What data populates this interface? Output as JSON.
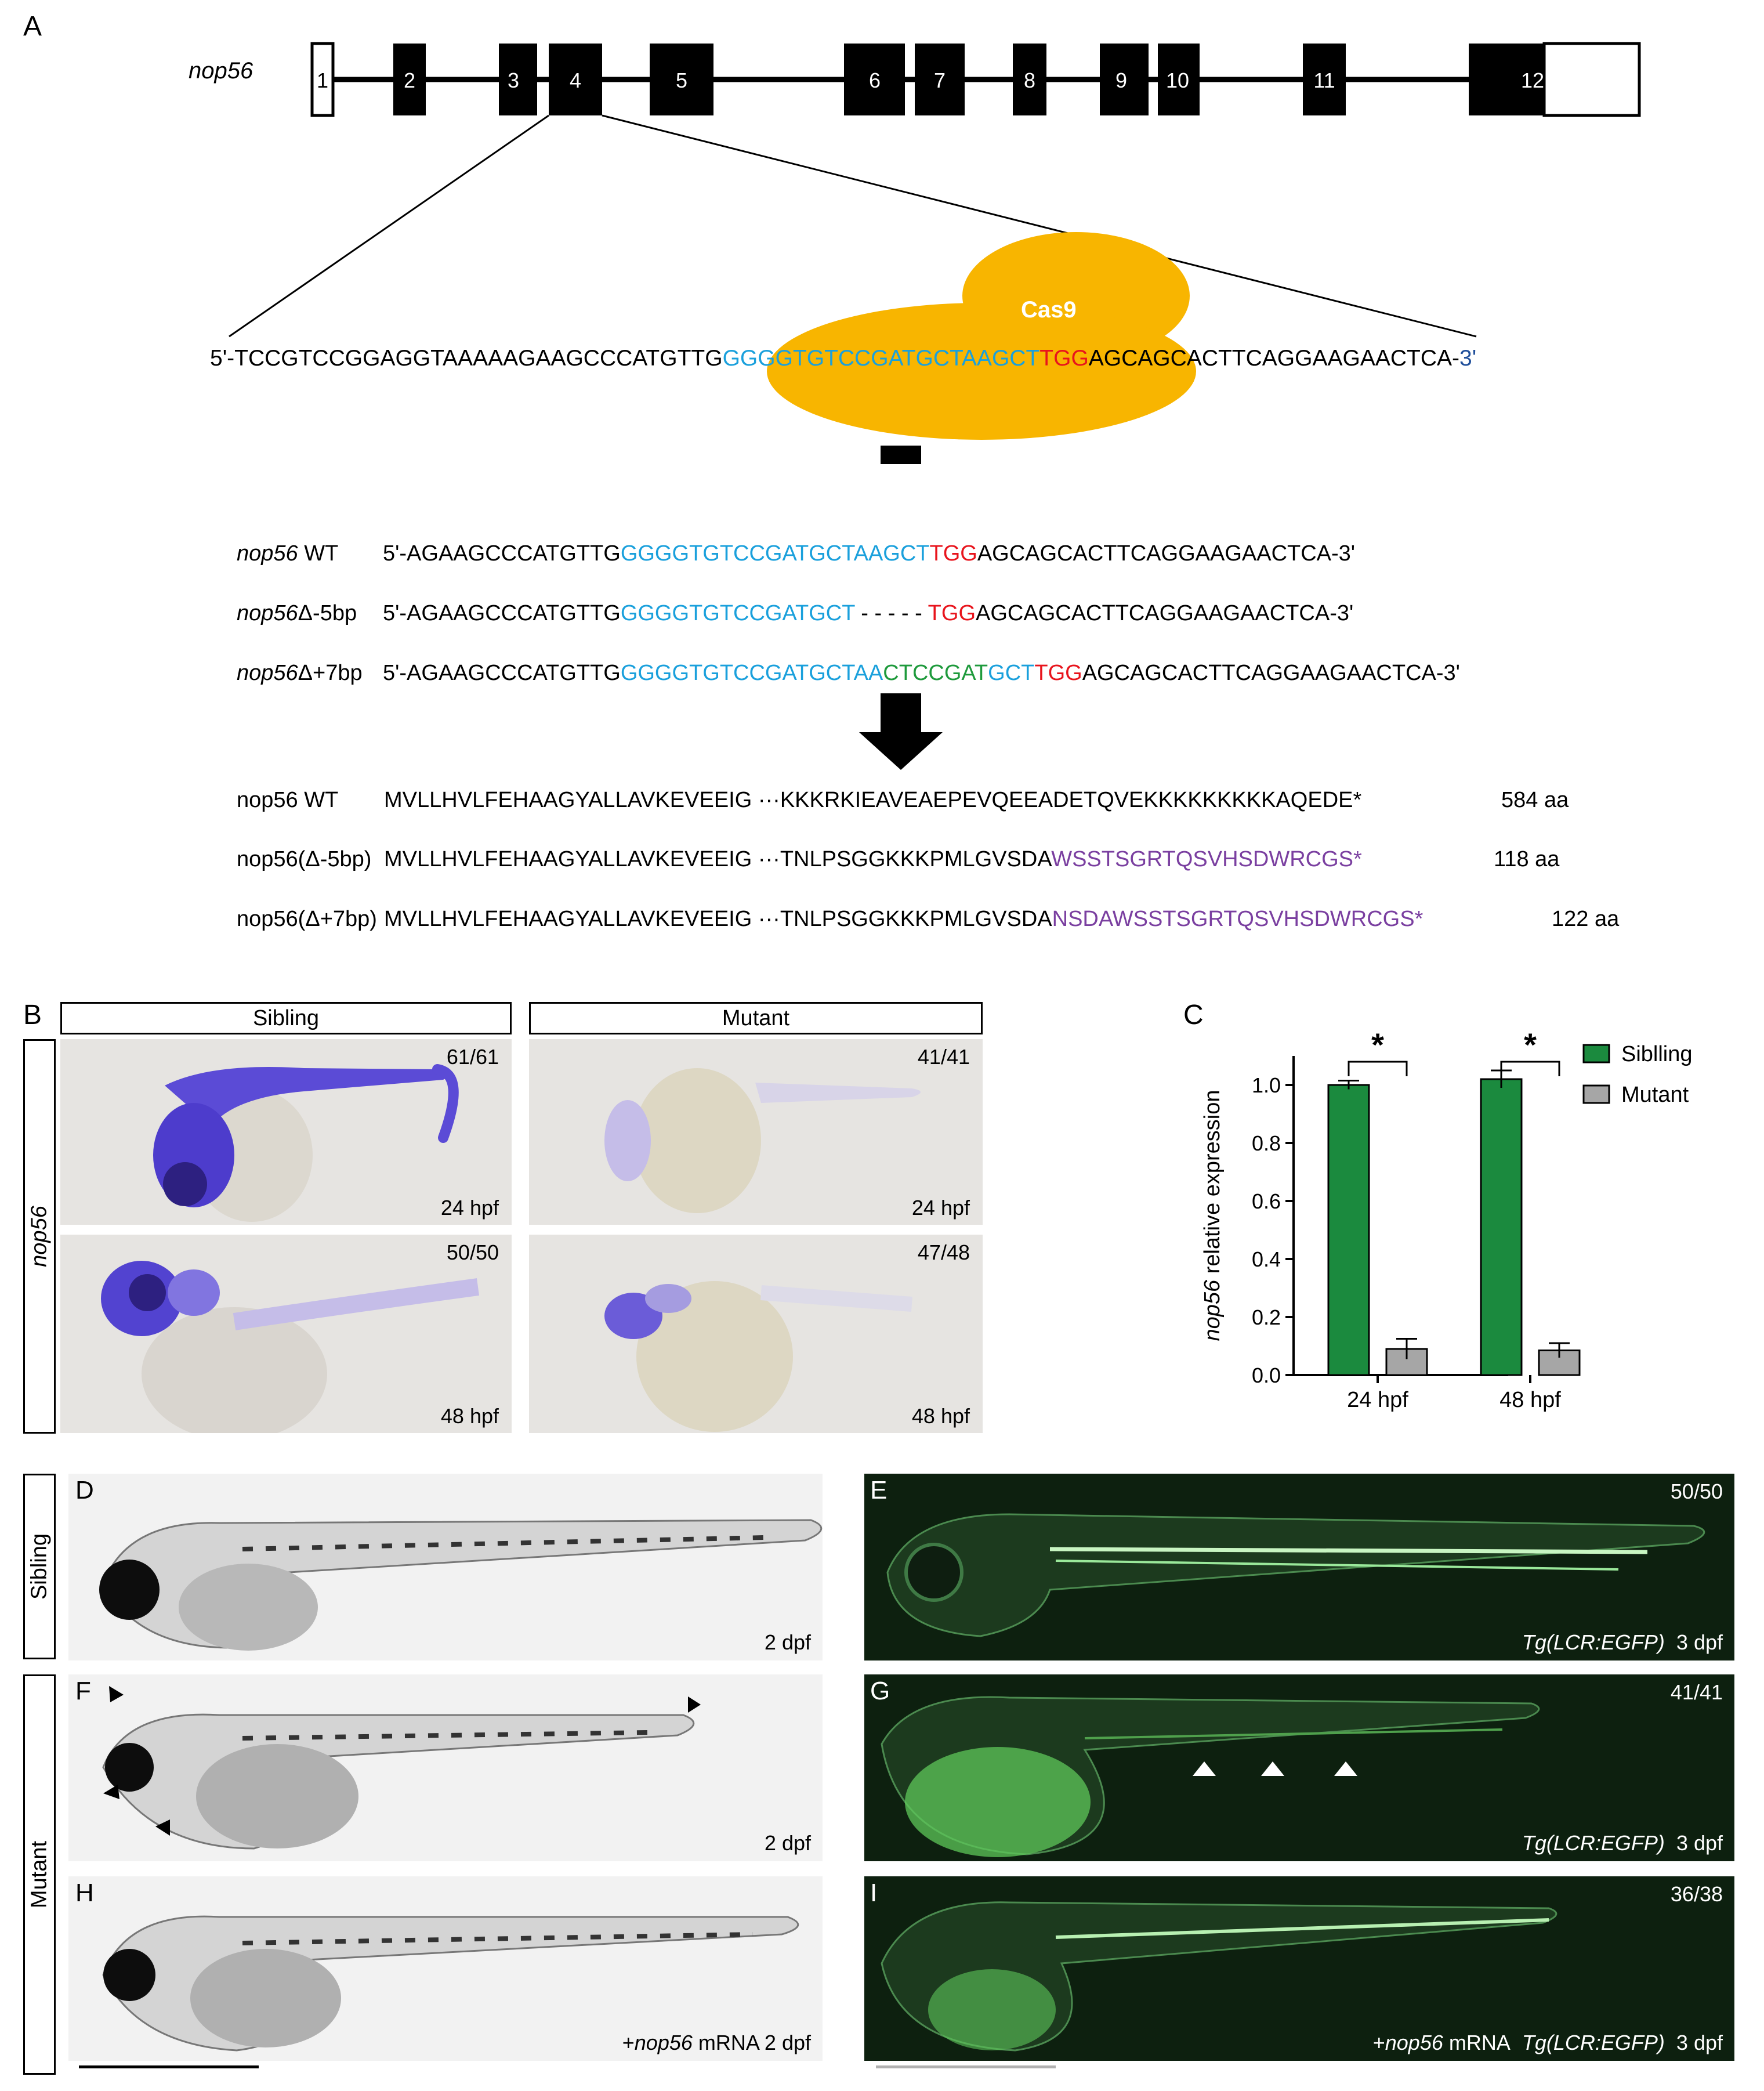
{
  "panelA": {
    "label": "A",
    "gene_name": "nop56",
    "exons": [
      "1",
      "2",
      "3",
      "4",
      "5",
      "6",
      "7",
      "8",
      "9",
      "10",
      "11",
      "12"
    ],
    "cas9_label": "Cas9",
    "target_seq": {
      "prefix": "5'-TCCGTCCGGAGGTAAAAAGAAGCCCATGTTG",
      "guide": "GGGGTGTCCGATGCTAAGCT",
      "pam": "TGG",
      "suffix": "AGCAGCACTTCAGGAAGAACTCA-",
      "end": "3'"
    },
    "alleles": [
      {
        "gene": "nop56",
        "tag": " WT",
        "p1": "5'-AGAAGCCCATGTTG",
        "p2": "GGGGTGTCCGATGCTAAGCT",
        "p3": "",
        "p4": "",
        "pam": "TGG",
        "p5": "AGCAGCACTTCAGGAAGAACTCA-3'"
      },
      {
        "gene": "nop56",
        "tag": "Δ-5bp",
        "p1": "5'-AGAAGCCCATGTTG",
        "p2": "GGGGTGTCCGATGCT",
        "p3": " - - - - - ",
        "p4": "",
        "pam": "TGG",
        "p5": "AGCAGCACTTCAGGAAGAACTCA-3'"
      },
      {
        "gene": "nop56",
        "tag": "Δ+7bp",
        "p1": "5'-AGAAGCCCATGTTG",
        "p2": "GGGGTGTCCGATGCTAA",
        "p3": "CTCCGAT",
        "p4": "GCT",
        "pam": "TGG",
        "p5": "AGCAGCACTTCAGGAAGAACTCA-3'"
      }
    ],
    "proteins": [
      {
        "name": "nop56 WT",
        "seq": "MVLLHVLFEHAAGYALLAVKEVEEIG ···KKKRKIEAVEAEPEVQEEADETQVEKKKKKKKKKAQEDE*",
        "tail": "",
        "len": "584 aa"
      },
      {
        "name": "nop56(Δ-5bp)",
        "seq": "MVLLHVLFEHAAGYALLAVKEVEEIG ···TNLPSGGKKKPMLGVSDA",
        "tail": "WSSTSGRTQSVHSDWRCGS*",
        "len": "118 aa"
      },
      {
        "name": "nop56(Δ+7bp)",
        "seq": "MVLLHVLFEHAAGYALLAVKEVEEIG ···TNLPSGGKKKPMLGVSDA",
        "tail": "NSDAWSSTSGRTQSVHSDWRCGS*",
        "len": "122 aa"
      }
    ]
  },
  "panelB": {
    "label": "B",
    "col_headers": [
      "Sibling",
      "Mutant"
    ],
    "row_label": "nop56",
    "images": [
      {
        "count": "61/61",
        "stage": "24 hpf"
      },
      {
        "count": "41/41",
        "stage": "24 hpf"
      },
      {
        "count": "50/50",
        "stage": "48 hpf"
      },
      {
        "count": "47/48",
        "stage": "48 hpf"
      }
    ]
  },
  "panelC": {
    "label": "C"
  },
  "chart_data": {
    "type": "bar",
    "categories": [
      "24 hpf",
      "48 hpf"
    ],
    "series": [
      {
        "name": "Siblling",
        "values": [
          1.0,
          1.02
        ],
        "errors": [
          0.015,
          0.03
        ],
        "color": "#1b8a3e"
      },
      {
        "name": "Mutant",
        "values": [
          0.09,
          0.085
        ],
        "errors": [
          0.035,
          0.025
        ],
        "color": "#a6a6a6"
      }
    ],
    "ylabel_italic": "nop56",
    "ylabel_rest": " relative expression",
    "ylim": [
      0,
      1.1
    ],
    "yticks": [
      "0.0",
      "0.2",
      "0.4",
      "0.6",
      "0.8",
      "1.0"
    ],
    "significance": [
      "*",
      "*"
    ],
    "legend_position": "top-right"
  },
  "panelDI": {
    "row_labels": [
      "Sibling",
      "Mutant"
    ],
    "panels": [
      {
        "label": "D",
        "stage": "2 dpf"
      },
      {
        "label": "E",
        "count": "50/50",
        "transgene": "Tg(LCR:EGFP)",
        "stage": "3 dpf"
      },
      {
        "label": "F",
        "stage": "2 dpf"
      },
      {
        "label": "G",
        "count": "41/41",
        "transgene": "Tg(LCR:EGFP)",
        "stage": "3 dpf"
      },
      {
        "label": "H",
        "rescue_plus": "+",
        "rescue_gene": "nop56",
        "rescue_rest": " mRNA",
        "stage": "2 dpf"
      },
      {
        "label": "I",
        "count": "36/38",
        "rescue_plus": "+",
        "rescue_gene": "nop56",
        "rescue_rest": " mRNA",
        "transgene": "Tg(LCR:EGFP)",
        "stage": "3 dpf"
      }
    ]
  }
}
